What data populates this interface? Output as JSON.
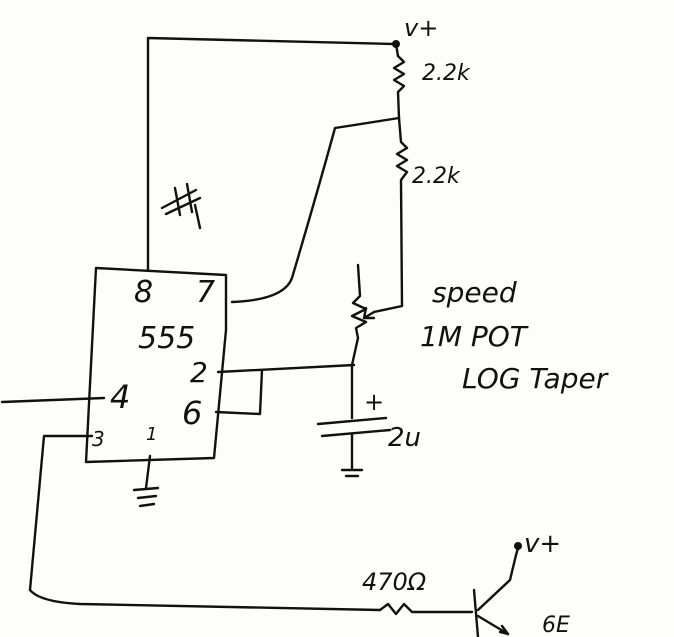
{
  "labels": {
    "vplus_top": "v+",
    "r1": "2.2k",
    "r2": "2.2k",
    "scribble": "##",
    "pin8": "8",
    "pin7": "7",
    "ic": "555",
    "pin2": "2",
    "pin4": "4",
    "pin6": "6",
    "pin3": "3",
    "pin1": "1",
    "pot_line1": "speed",
    "pot_line2": "1M POT",
    "pot_line3": "LOG Taper",
    "cap_plus": "+",
    "cap": "2u",
    "vplus_bottom": "v+",
    "rbase": "470Ω",
    "transistor": "6E"
  }
}
